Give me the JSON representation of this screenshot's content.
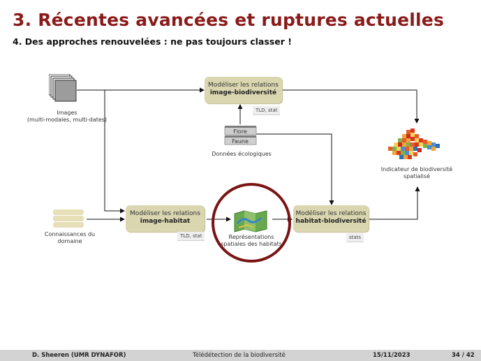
{
  "slide": {
    "title": "3. Récentes avancées et ruptures actuelles",
    "subtitle": "4. Des approches renouvelées : ne pas toujours classer !"
  },
  "diagram": {
    "images": {
      "label_line1": "Images",
      "label_line2": "(multi-modales, multi-dates)"
    },
    "box_image_biodiv": {
      "line1": "Modéliser les relations",
      "line2": "image-biodiversité",
      "tag": "TLD, stat"
    },
    "db_ecologic": {
      "flore": "Flore",
      "faune": "Faune",
      "label": "Données écologiques"
    },
    "indicator": {
      "line1": "Indicateur de biodiversité",
      "line2": "spatialisé"
    },
    "knowledge": {
      "line1": "Connaissances du",
      "line2": "domaine"
    },
    "box_image_habitat": {
      "line1": "Modéliser les relations",
      "line2": "image-habitat",
      "tag": "TLD, stat"
    },
    "habitat_repr": {
      "line1": "Représentations",
      "line2": "spatiales des habitats"
    },
    "box_habitat_biodiv": {
      "line1": "Modéliser les relations",
      "line2": "habitat-biodiversité",
      "tag": "stats"
    }
  },
  "footer": {
    "author": "D. Sheeren  (UMR DYNAFOR)",
    "course": "Télédétection de la biodiversité",
    "date": "15/11/2023",
    "page": "34 / 42"
  },
  "colors": {
    "title": "#8b1a1a",
    "box": "#d9d6b0",
    "circle": "#7a1414"
  }
}
